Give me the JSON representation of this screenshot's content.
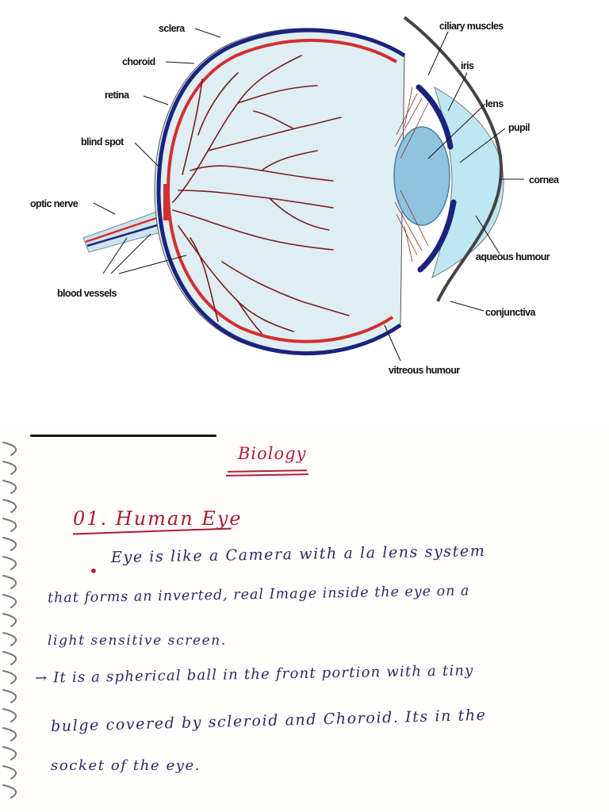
{
  "diagram": {
    "labels": {
      "sclera": "sclera",
      "choroid": "choroid",
      "retina": "retina",
      "blind_spot": "blind spot",
      "optic_nerve": "optic nerve",
      "blood_vessels": "blood vessels",
      "ciliary_muscles": "ciliary muscles",
      "iris": "iris",
      "lens": "lens",
      "pupil": "pupil",
      "cornea": "cornea",
      "aqueous_humour": "aqueous humour",
      "conjunctiva": "conjunctiva",
      "vitreous_humour": "vitreous humour"
    },
    "colors": {
      "sclera_blue": "#1a237e",
      "choroid_red": "#d32f2f",
      "blood_vessel": "#7a1c1c",
      "vitreous_fill": "#dfeef2",
      "aqueous_fill": "#bfe7f3",
      "lens_fill": "#8fc3e0"
    }
  },
  "notes": {
    "subject": "Biology",
    "heading": "01. Human Eye",
    "bullet": "•",
    "lines": [
      "Eye is like a Camera with a la lens system",
      "that forms an inverted, real Image inside the eye on a",
      "light sensitive screen.",
      "→ It is a spherical ball in the front portion with a tiny",
      "bulge covered by scleroid and Choroid. Its in the",
      "socket of the eye."
    ],
    "colors": {
      "heading_ink": "#a81e2c",
      "body_ink": "#2e2a63"
    }
  }
}
